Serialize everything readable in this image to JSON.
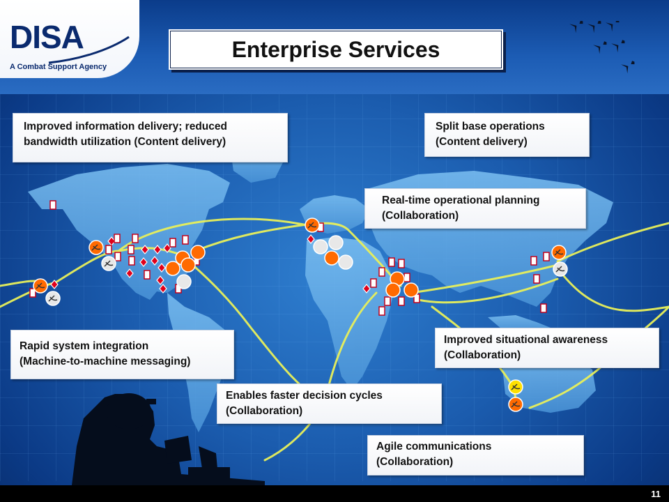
{
  "slide": {
    "logo": "DISA",
    "tagline": "A Combat  Support Agency",
    "title": "Enterprise Services",
    "page_number": "11"
  },
  "callouts": [
    {
      "id": "info-delivery",
      "lines": [
        "Improved information delivery; reduced",
        "bandwidth utilization (Content delivery)"
      ]
    },
    {
      "id": "split-base",
      "lines": [
        "Split base operations",
        "(Content delivery)"
      ]
    },
    {
      "id": "realtime-planning",
      "lines": [
        "Real-time operational planning",
        "(Collaboration)"
      ]
    },
    {
      "id": "rapid-integration",
      "lines": [
        "Rapid system integration",
        "(Machine-to-machine messaging)"
      ]
    },
    {
      "id": "situational-awareness",
      "lines": [
        "Improved situational awareness",
        "(Collaboration)"
      ]
    },
    {
      "id": "faster-decisions",
      "lines": [
        "Enables faster decision cycles",
        "(Collaboration)"
      ]
    },
    {
      "id": "agile-comms",
      "lines": [
        "Agile communications",
        "(Collaboration)"
      ]
    }
  ],
  "colors": {
    "background": "#1b5cae",
    "land": "#5aa6e6",
    "link": "#e9f05a",
    "marker_red": "#e0001b",
    "marker_orange": "#ff6a00"
  },
  "icons": [
    "satellite-dish-icon",
    "fighter-jet-icon",
    "server-marker-icon",
    "diamond-marker-icon",
    "soldier-silhouette"
  ]
}
